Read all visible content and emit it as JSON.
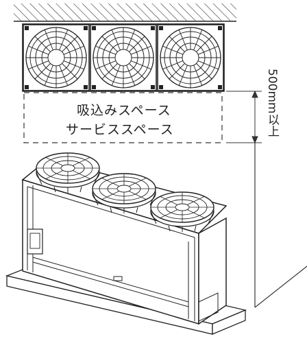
{
  "labels": {
    "intake_space": "吸込みスペース",
    "service_space": "サービススペース",
    "clearance": "500mm以上"
  }
}
